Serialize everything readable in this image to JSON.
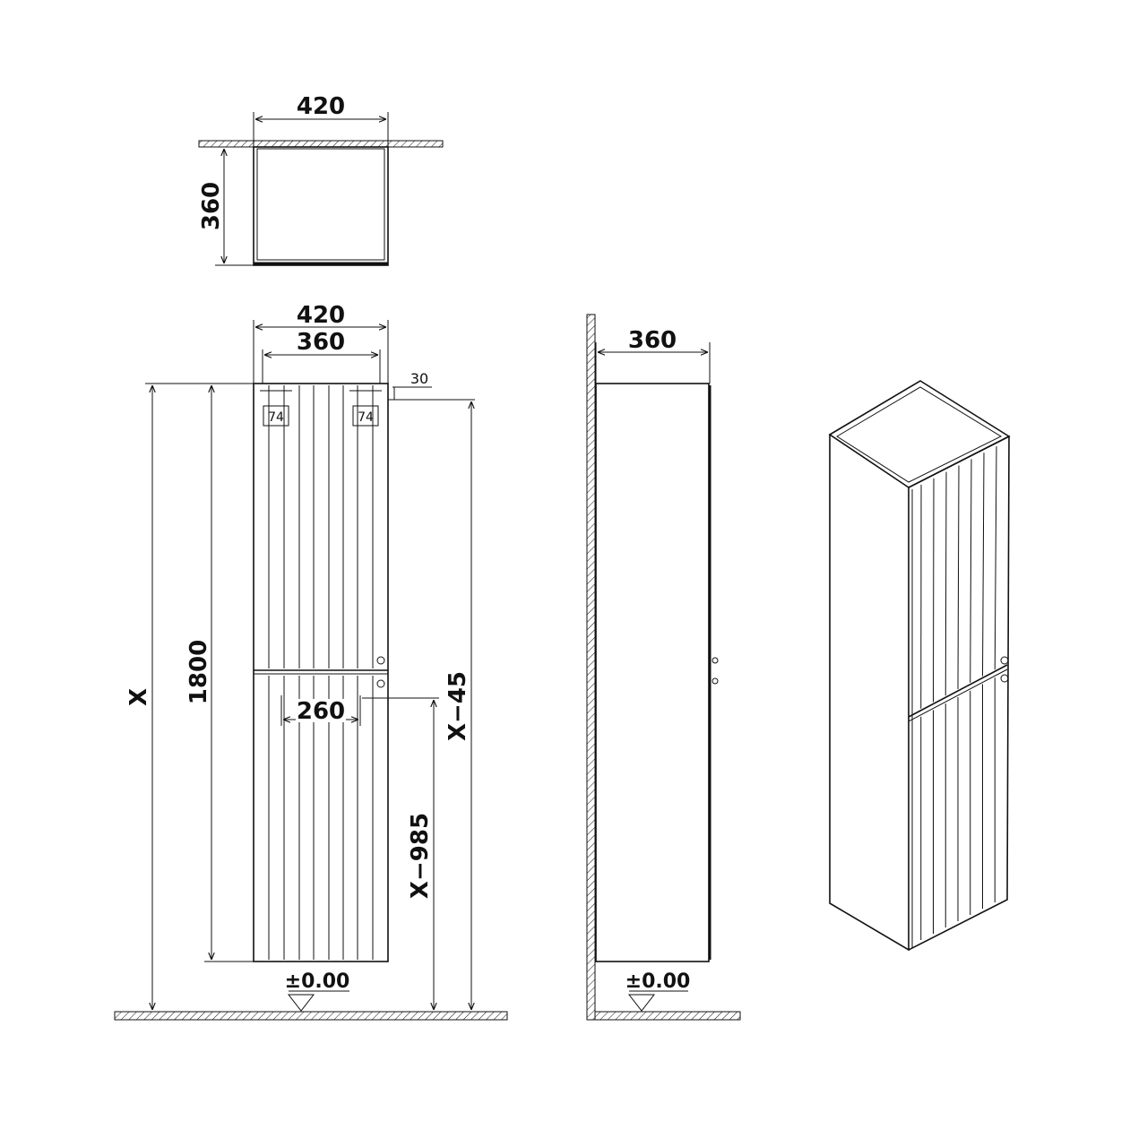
{
  "top_view": {
    "width_label": "420",
    "depth_label": "360"
  },
  "front_view": {
    "width_outer_label": "420",
    "width_inner_label": "360",
    "offset_label": "30",
    "total_height_label": "X",
    "cabinet_height_label": "1800",
    "upper_fix_label": "X−45",
    "lower_fix_label": "X−985",
    "hinge_spacing_label": "260",
    "bracket_left_label": "74",
    "bracket_right_label": "74",
    "floor_level_label": "±0.00"
  },
  "side_view": {
    "depth_label": "360",
    "floor_level_label": "±0.00"
  },
  "colors": {
    "line": "#111111",
    "background": "#ffffff"
  }
}
